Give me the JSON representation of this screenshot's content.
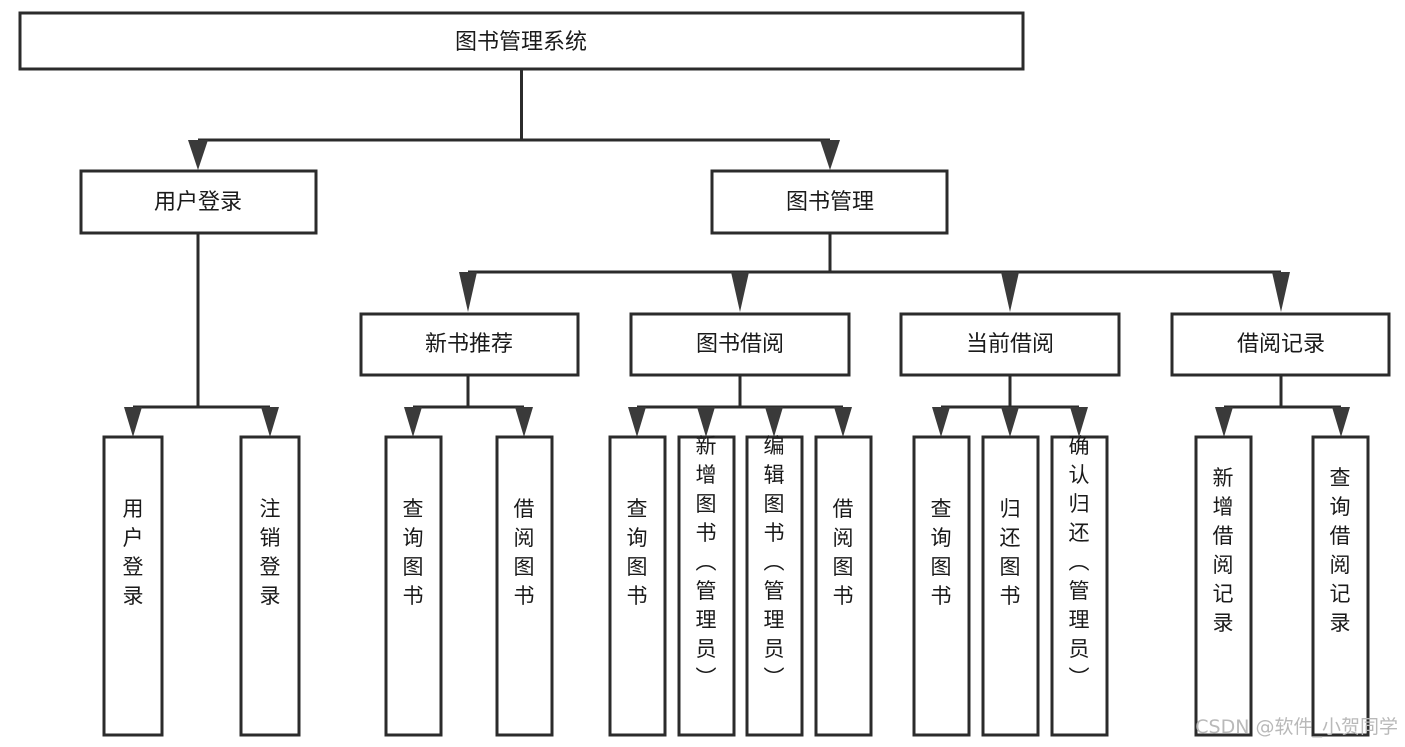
{
  "diagram": {
    "type": "tree-hierarchy-chart",
    "title": "图书管理系统",
    "orientation": "top-down",
    "colors": {
      "box_stroke": "#2b2b2b",
      "box_fill": "#ffffff",
      "connector": "#2b2b2b",
      "arrow": "#3a3a3a",
      "text": "#1a1a1a",
      "watermark": "#b9b9b9",
      "background": "#ffffff"
    },
    "root": {
      "label": "图书管理系统"
    },
    "level2": [
      {
        "label": "用户登录"
      },
      {
        "label": "图书管理"
      }
    ],
    "level3": [
      {
        "label": "新书推荐"
      },
      {
        "label": "图书借阅"
      },
      {
        "label": "当前借阅"
      },
      {
        "label": "借阅记录"
      }
    ],
    "leaves": {
      "user_login": [
        {
          "label": "用户登录"
        },
        {
          "label": "注销登录"
        }
      ],
      "new_book_recommend": [
        {
          "label": "查询图书"
        },
        {
          "label": "借阅图书"
        }
      ],
      "book_borrow": [
        {
          "label": "查询图书"
        },
        {
          "label": "新增图书（管理员）"
        },
        {
          "label": "编辑图书（管理员）"
        },
        {
          "label": "借阅图书"
        }
      ],
      "current_borrow": [
        {
          "label": "查询图书"
        },
        {
          "label": "归还图书"
        },
        {
          "label": "确认归还（管理员）"
        }
      ],
      "borrow_record": [
        {
          "label": "新增借阅记录"
        },
        {
          "label": "查询借阅记录"
        }
      ]
    }
  },
  "watermark": {
    "text": "CSDN @软件_小贺同学"
  }
}
